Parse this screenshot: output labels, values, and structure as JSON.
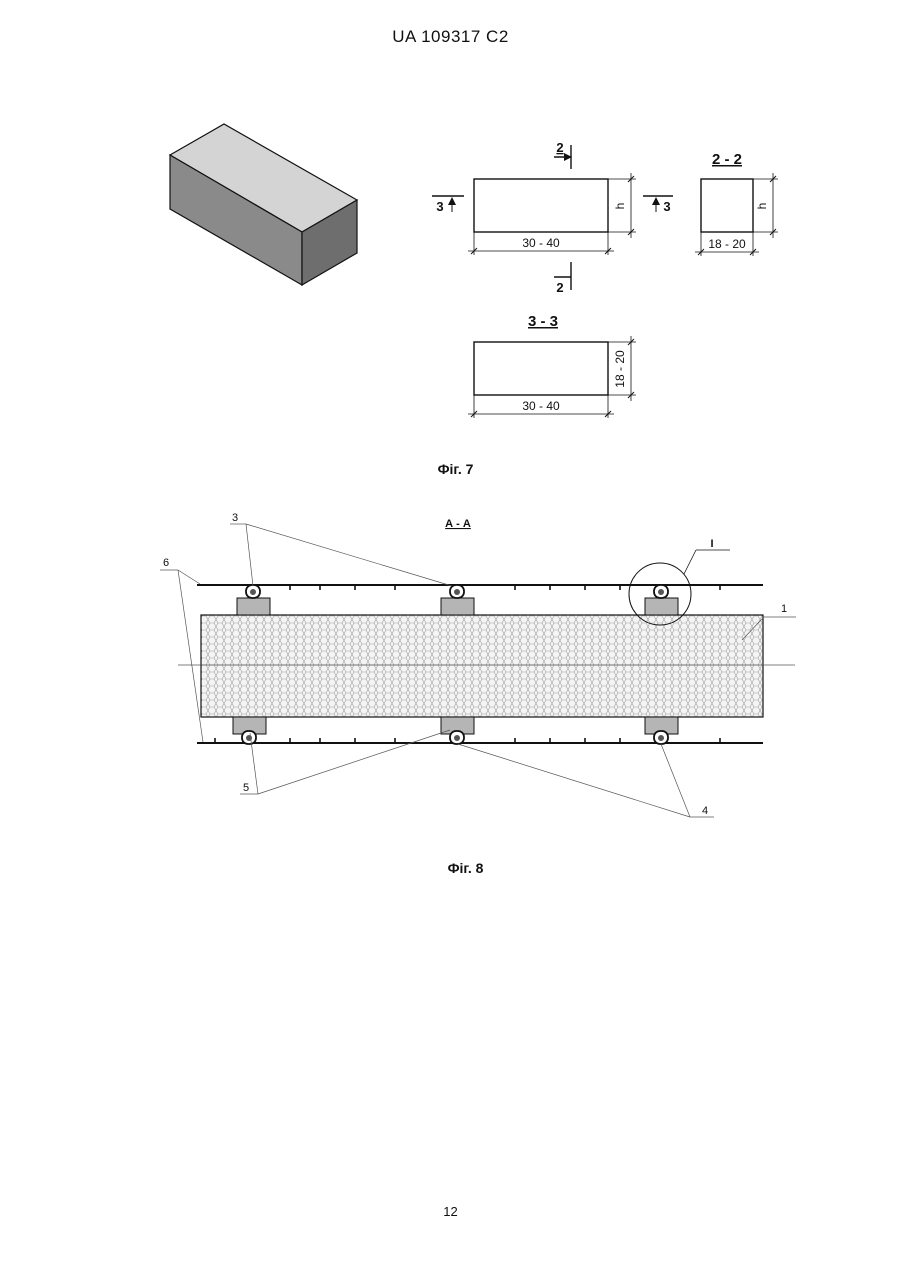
{
  "header": {
    "document_id": "UA   109317   C2"
  },
  "page": {
    "number": "12"
  },
  "fig7": {
    "caption": "Фіг. 7",
    "front_view": {
      "width_dim": "30 - 40",
      "height_dim": "h",
      "section_top": "2",
      "section_bottom": "2",
      "section_left": "3",
      "section_right": "3"
    },
    "section_2_2": {
      "title": "2 - 2",
      "width_dim": "18 - 20",
      "height_dim": "h"
    },
    "section_3_3": {
      "title": "3 - 3",
      "width_dim": "30 - 40",
      "height_dim": "18 - 20"
    }
  },
  "fig8": {
    "caption": "Фіг. 8",
    "section_title": "А - А",
    "detail_label": "I",
    "callouts": {
      "c1": "1",
      "c3": "3",
      "c4": "4",
      "c5": "5",
      "c6": "6"
    }
  },
  "colors": {
    "line": "#111111",
    "block_top": "#d4d4d4",
    "block_front": "#8a8a8a",
    "block_side": "#6e6e6e",
    "pad": "#b5b5b5",
    "core_fill": "#f3f3f3",
    "core_hatch": "#9a9a9a"
  }
}
